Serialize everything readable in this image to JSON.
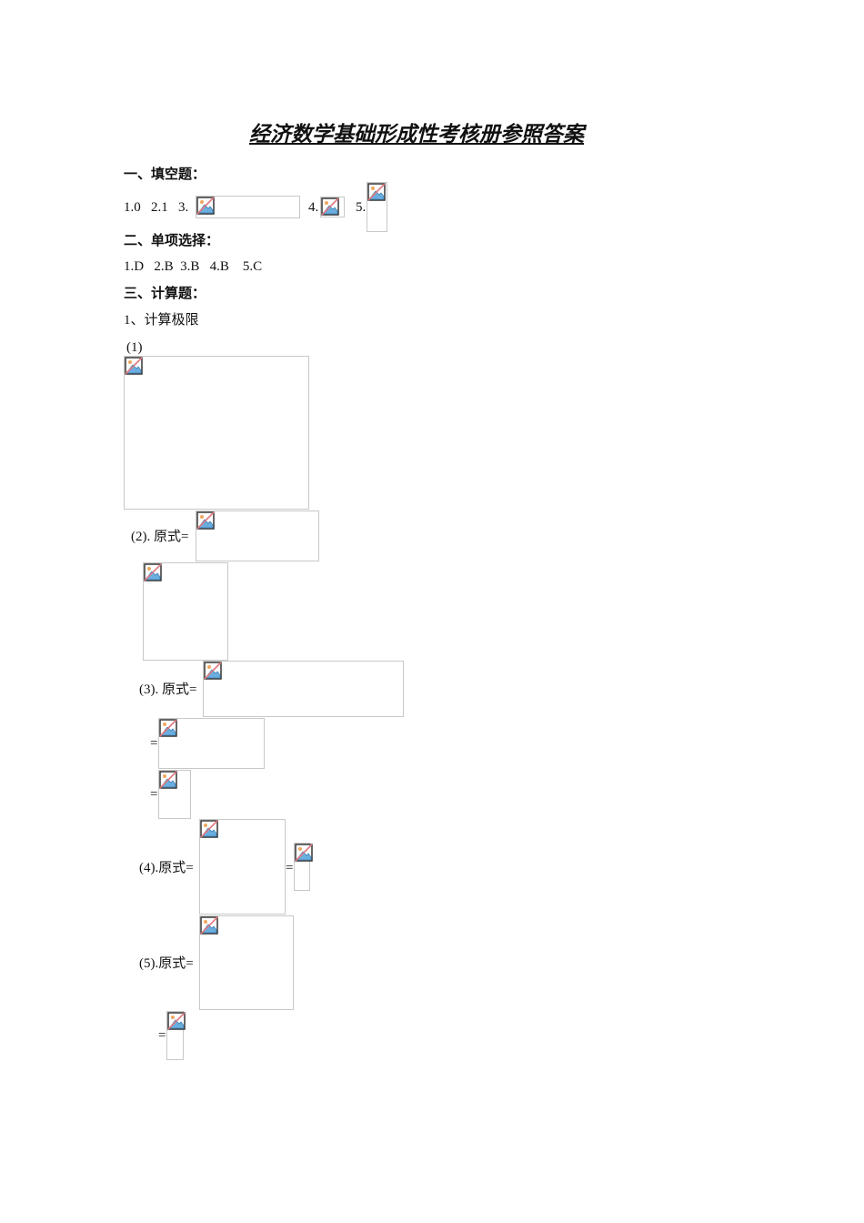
{
  "title": "经济数学基础形成性考核册参照答案",
  "section1": {
    "heading": "一、填空题：",
    "a1": "1.0   2.1   3.",
    "a4": "4.",
    "a5": "5."
  },
  "section2": {
    "heading": "二、单项选择：",
    "answers": "1.D   2.B  3.B   4.B    5.C"
  },
  "section3": {
    "heading": "三、计算题：",
    "sub1": "1、计算极限",
    "p1": "(1)",
    "p2": "(2). 原式=",
    "p3": "(3). 原式=",
    "eq": "=",
    "p4": "(4).原式=",
    "p5": "(5).原式="
  },
  "icons": {
    "broken_image": "broken-image-icon"
  }
}
